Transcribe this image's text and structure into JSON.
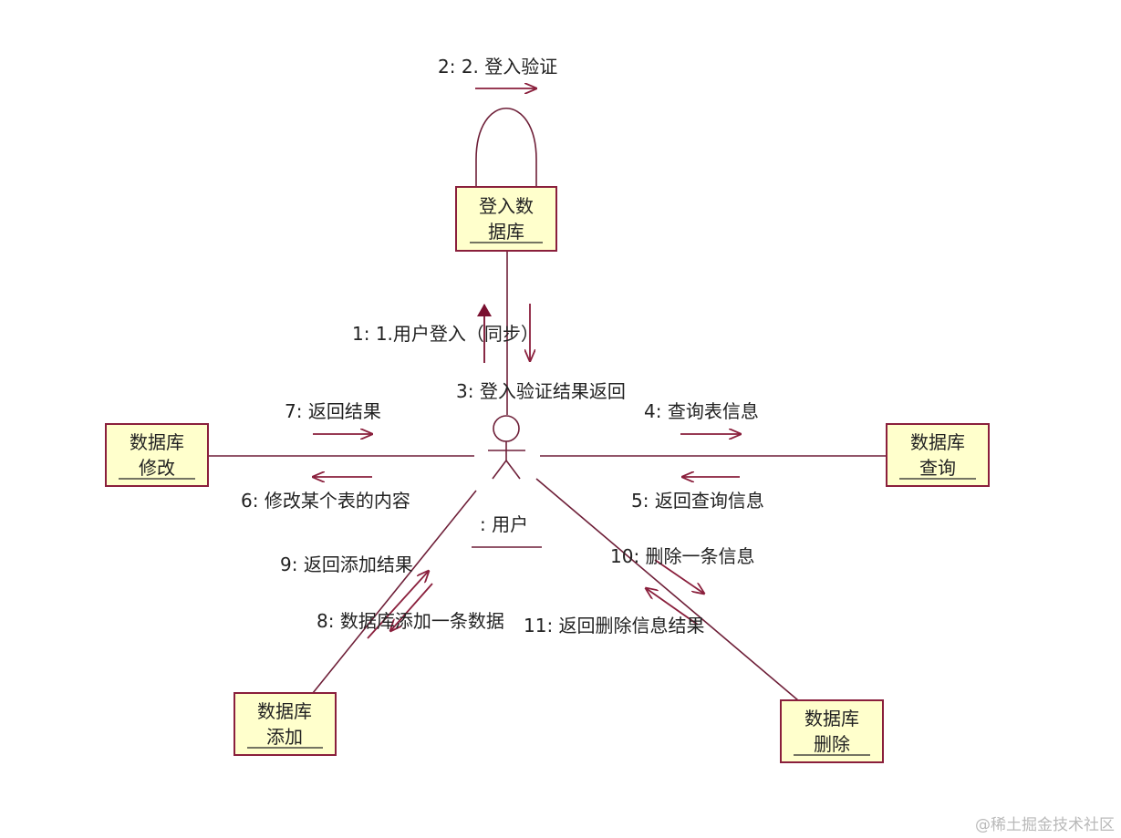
{
  "colors": {
    "box_fill": "#ffffcc",
    "box_stroke": "#8a1f3c",
    "line": "#6e1f38",
    "text": "#222222",
    "watermark": "#b9b9b9"
  },
  "actor": {
    "label": ": 用户"
  },
  "objects": {
    "login_db": [
      "登入数",
      "据库"
    ],
    "modify_db": [
      "数据库",
      "修改"
    ],
    "query_db": [
      "数据库",
      "查询"
    ],
    "add_db": [
      "数据库",
      "添加"
    ],
    "delete_db": [
      "数据库",
      "删除"
    ]
  },
  "messages": {
    "m1": "1: 1.用户登入（同步）",
    "m2": "2: 2. 登入验证",
    "m3": "3: 登入验证结果返回",
    "m4": "4: 查询表信息",
    "m5": "5: 返回查询信息",
    "m6": "6: 修改某个表的内容",
    "m7": "7: 返回结果",
    "m8": "8: 数据库添加一条数据",
    "m9": "9: 返回添加结果",
    "m10": "10: 删除一条信息",
    "m11": "11: 返回删除信息结果"
  },
  "watermark": "@稀土掘金技术社区"
}
